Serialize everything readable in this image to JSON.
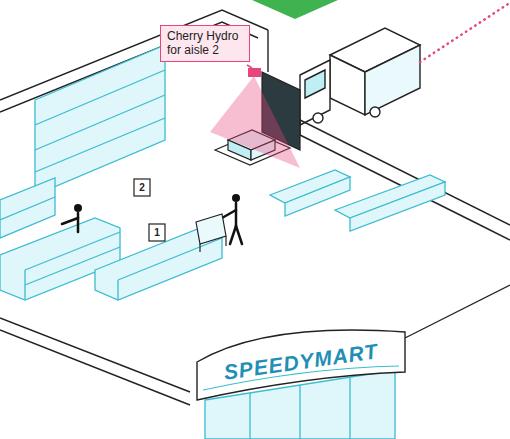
{
  "diagram": {
    "nodes": [
      {
        "text": [
          "Cherry Hydro for aisle 2"
        ]
      },
      {
        "text": [
          "SPEEDYMART"
        ]
      }
    ],
    "labels": [
      "2",
      "1"
    ]
  }
}
